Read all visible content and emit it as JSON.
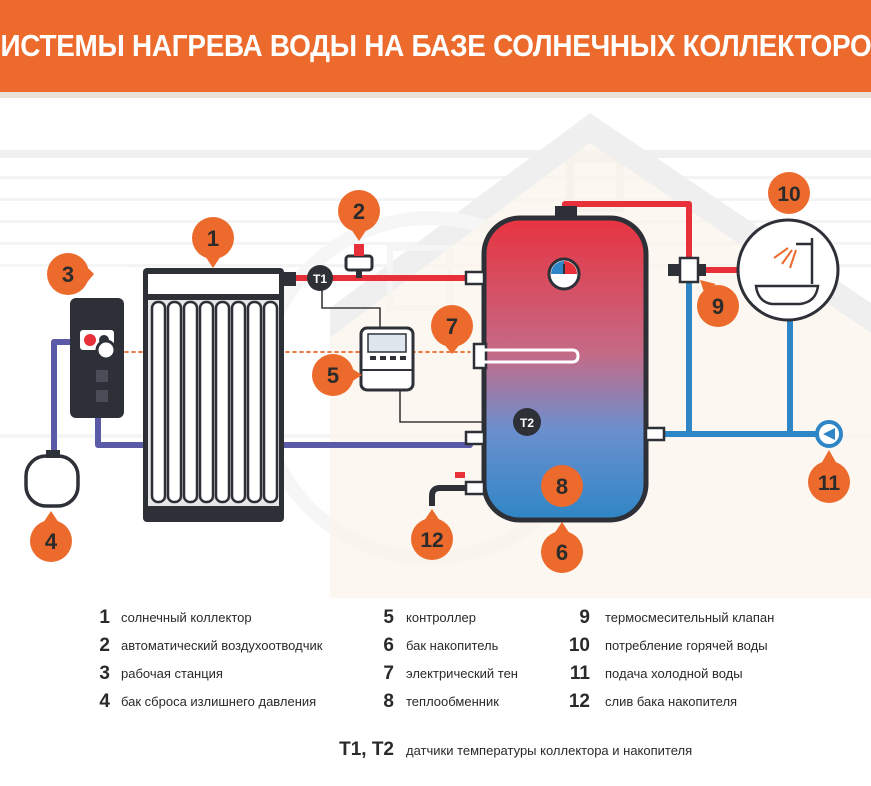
{
  "title": "СИСТЕМЫ НАГРЕВА ВОДЫ НА БАЗЕ СОЛНЕЧНЫХ КОЛЛЕКТОРОВ",
  "colors": {
    "accent": "#ec6a2c",
    "hot_pipe": "#e8303a",
    "cold_pipe": "#2f86c6",
    "return_pipe": "#5b5aa8",
    "dark": "#2e3038"
  },
  "badges": {
    "b1": "1",
    "b2": "2",
    "b3": "3",
    "b4": "4",
    "b5": "5",
    "b6": "6",
    "b7": "7",
    "b8": "8",
    "b9": "9",
    "b10": "10",
    "b11": "11",
    "b12": "12",
    "t1": "T1",
    "t2": "T2"
  },
  "legend": [
    {
      "num": "1",
      "label": "солнечный коллектор"
    },
    {
      "num": "2",
      "label": "автоматический воздухоотводчик"
    },
    {
      "num": "3",
      "label": "рабочая станция"
    },
    {
      "num": "4",
      "label": "бак сброса излишнего давления"
    },
    {
      "num": "5",
      "label": "контроллер"
    },
    {
      "num": "6",
      "label": "бак накопитель"
    },
    {
      "num": "7",
      "label": "электрический тен"
    },
    {
      "num": "8",
      "label": "теплообменник"
    },
    {
      "num": "9",
      "label": "термосмесительный клапан"
    },
    {
      "num": "10",
      "label": "потребление горячей воды"
    },
    {
      "num": "11",
      "label": "подача холодной воды"
    },
    {
      "num": "12",
      "label": "слив бака накопителя"
    },
    {
      "num": "T1, T2",
      "label": "датчики температуры коллектора и накопителя"
    }
  ]
}
